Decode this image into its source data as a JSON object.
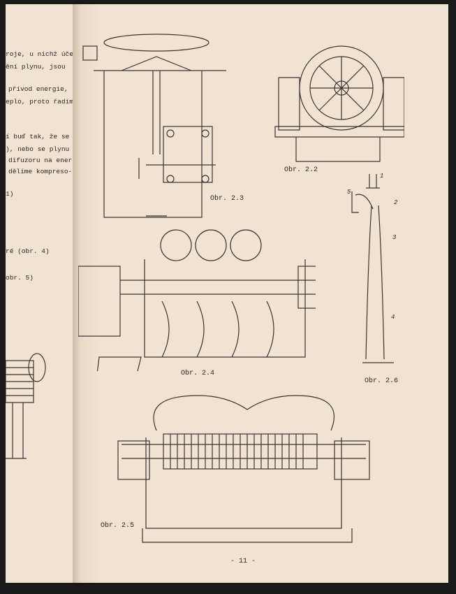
{
  "left_text": [
    "roje, u nichž úče-",
    "ění plynu, jsou",
    "přívod energie,",
    "eplo, proto řadím",
    "í buď tak, že se",
    "), nebo se plynu",
    "difuzoru na ener-",
    "dělíme kompreso-",
    "1)",
    "ré (obr. 4)",
    "obr. 5)"
  ],
  "captions": {
    "fig22": "Obr. 2.2",
    "fig23": "Obr. 2.3",
    "fig24": "Obr. 2.4",
    "fig25": "Obr. 2.5",
    "fig26": "Obr. 2.6"
  },
  "fig26_labels": [
    "1",
    "2",
    "3",
    "4",
    "5"
  ],
  "page_number": "- 11 -"
}
